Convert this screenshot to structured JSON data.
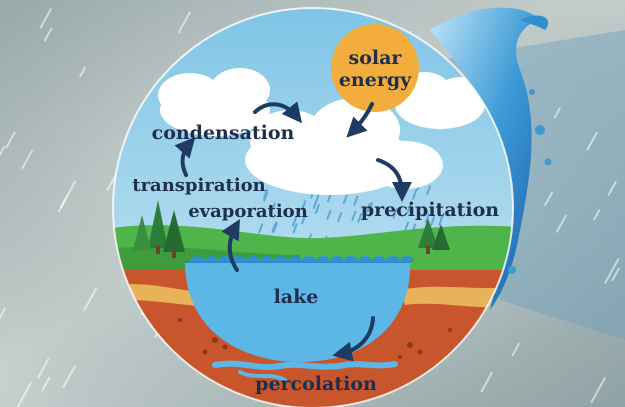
{
  "diagram": {
    "labels": {
      "solar_line1": "solar",
      "solar_line2": "energy",
      "condensation": "condensation",
      "transpiration": "transpiration",
      "evaporation": "evaporation",
      "precipitation": "precipitation",
      "lake": "lake",
      "percolation": "percolation"
    }
  },
  "colors": {
    "sky": "#a9d8ee",
    "sun": "#f2ad3c",
    "hill": "#4fb44a",
    "lake": "#5cb6e6",
    "soil": "#c8552c",
    "sand": "#e7b25a",
    "arrow": "#1e3b63",
    "text": "#1f2e4d",
    "splash": "#2f8fd0"
  }
}
